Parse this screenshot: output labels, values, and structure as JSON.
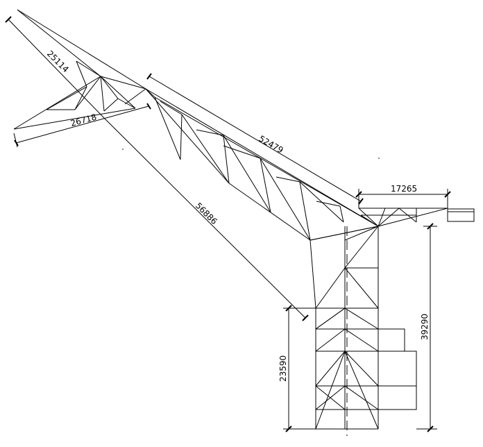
{
  "drawing": {
    "dimensions": {
      "d_25114": "25114",
      "d_26718": "26718",
      "d_52479": "52479",
      "d_56886": "56886",
      "d_17265": "17265",
      "d_39290": "39290",
      "d_23590": "23590"
    }
  }
}
